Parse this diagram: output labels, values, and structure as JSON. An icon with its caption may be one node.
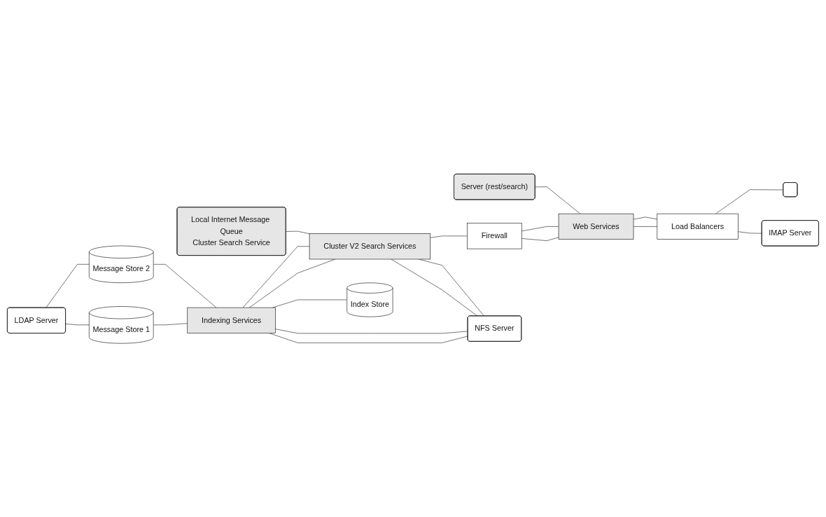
{
  "diagram": {
    "nodes": [
      {
        "text": [
          "LDAP Server"
        ]
      },
      {
        "text": [
          "Message Store 2"
        ]
      },
      {
        "text": [
          "Message Store 1"
        ]
      },
      {
        "text": [
          "Local Internet Message Queue",
          "Cluster Search Service"
        ]
      },
      {
        "text": [
          "Server (rest/search)"
        ]
      },
      {
        "text": [
          "Indexing Services"
        ]
      },
      {
        "text": [
          "Cluster V2 Search Services"
        ]
      },
      {
        "text": [
          "Firewall"
        ]
      },
      {
        "text": [
          "Web Services"
        ]
      },
      {
        "text": [
          "Load Balancers"
        ]
      },
      {
        "text": [],
        "shape": "box"
      },
      {
        "text": [
          "IMAP Server"
        ]
      },
      {
        "text": [
          "Index Store"
        ]
      },
      {
        "text": [
          "NFS Server"
        ]
      }
    ],
    "edges": [
      {
        "from": 0,
        "to": 1,
        "arrow": "none"
      },
      {
        "from": 0,
        "to": 2,
        "arrow": "none"
      },
      {
        "from": 1,
        "to": 5,
        "arrow": "none"
      },
      {
        "from": 2,
        "to": 5,
        "arrow": "none"
      },
      {
        "from": 3,
        "to": 6,
        "arrow": "none"
      },
      {
        "from": 4,
        "to": 8,
        "arrow": "none"
      },
      {
        "from": 5,
        "to": 6,
        "arrow": "none"
      },
      {
        "from": 5,
        "to": 6,
        "arrow": "none"
      },
      {
        "from": 6,
        "to": 7,
        "arrow": "none"
      },
      {
        "from": 7,
        "to": 8,
        "arrow": "none"
      },
      {
        "from": 7,
        "to": 8,
        "arrow": "none"
      },
      {
        "from": 8,
        "to": 9,
        "arrow": "none"
      },
      {
        "from": 8,
        "to": 9,
        "arrow": "none"
      },
      {
        "from": 9,
        "to": 10,
        "arrow": "none"
      },
      {
        "from": 9,
        "to": 11,
        "arrow": "none"
      },
      {
        "from": 5,
        "to": 12,
        "arrow": "none"
      },
      {
        "from": 5,
        "to": 13,
        "arrow": "none"
      },
      {
        "from": 5,
        "to": 13,
        "arrow": "none"
      },
      {
        "from": 6,
        "to": 13,
        "arrow": "none"
      },
      {
        "from": 6,
        "to": 13,
        "arrow": "none"
      }
    ]
  }
}
